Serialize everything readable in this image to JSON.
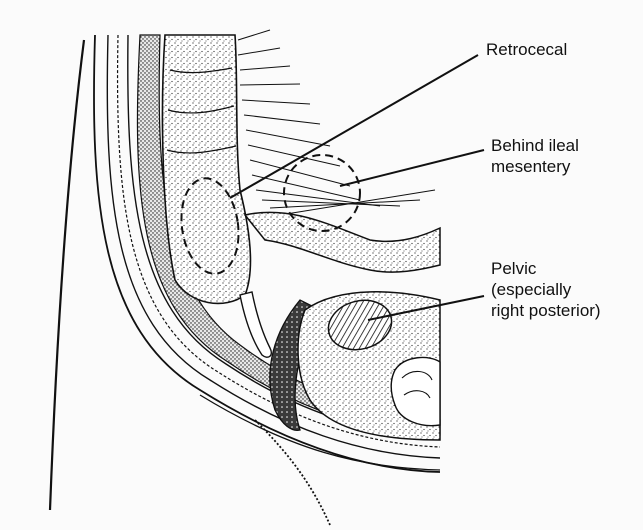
{
  "labels": {
    "retrocecal": "Retrocecal",
    "behind_ileal_line1": "Behind ileal",
    "behind_ileal_line2": "mesentery",
    "pelvic_line1": "Pelvic",
    "pelvic_line2": "(especially",
    "pelvic_line3": "right posterior)"
  }
}
